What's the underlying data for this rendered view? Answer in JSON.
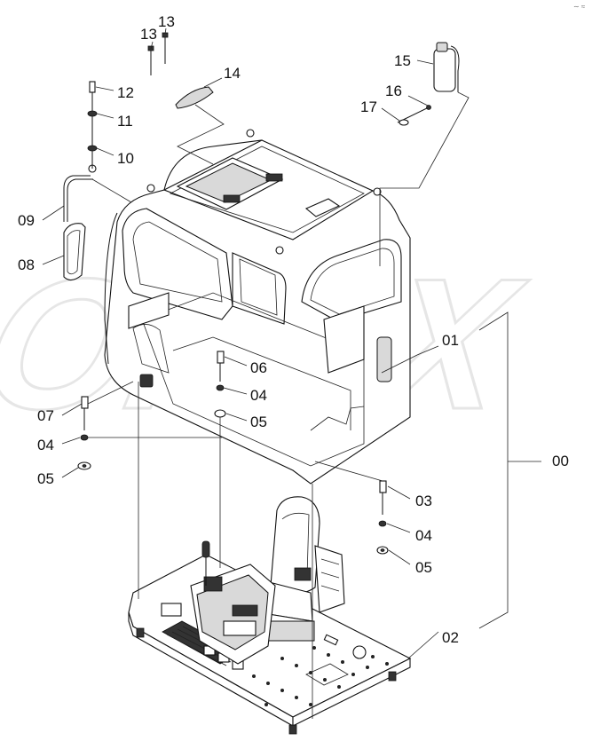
{
  "diagram": {
    "corner_mark": "∼ ≈",
    "watermark": "OPEX",
    "callouts": [
      {
        "id": "00"
      },
      {
        "id": "01"
      },
      {
        "id": "02"
      },
      {
        "id": "03"
      },
      {
        "id": "04a",
        "text": "04"
      },
      {
        "id": "04b",
        "text": "04"
      },
      {
        "id": "04c",
        "text": "04"
      },
      {
        "id": "05a",
        "text": "05"
      },
      {
        "id": "05b",
        "text": "05"
      },
      {
        "id": "05c",
        "text": "05"
      },
      {
        "id": "06"
      },
      {
        "id": "07"
      },
      {
        "id": "08"
      },
      {
        "id": "09"
      },
      {
        "id": "10"
      },
      {
        "id": "11"
      },
      {
        "id": "12"
      },
      {
        "id": "13a",
        "text": "13"
      },
      {
        "id": "13b",
        "text": "13"
      },
      {
        "id": "14"
      },
      {
        "id": "15"
      },
      {
        "id": "16"
      },
      {
        "id": "17"
      }
    ],
    "labels": {
      "l00": "00",
      "l01": "01",
      "l02": "02",
      "l03": "03",
      "l04a": "04",
      "l04b": "04",
      "l04c": "04",
      "l05a": "05",
      "l05b": "05",
      "l05c": "05",
      "l06": "06",
      "l07": "07",
      "l08": "08",
      "l09": "09",
      "l10": "10",
      "l11": "11",
      "l12": "12",
      "l13a": "13",
      "l13b": "13",
      "l14": "14",
      "l15": "15",
      "l16": "16",
      "l17": "17"
    }
  }
}
